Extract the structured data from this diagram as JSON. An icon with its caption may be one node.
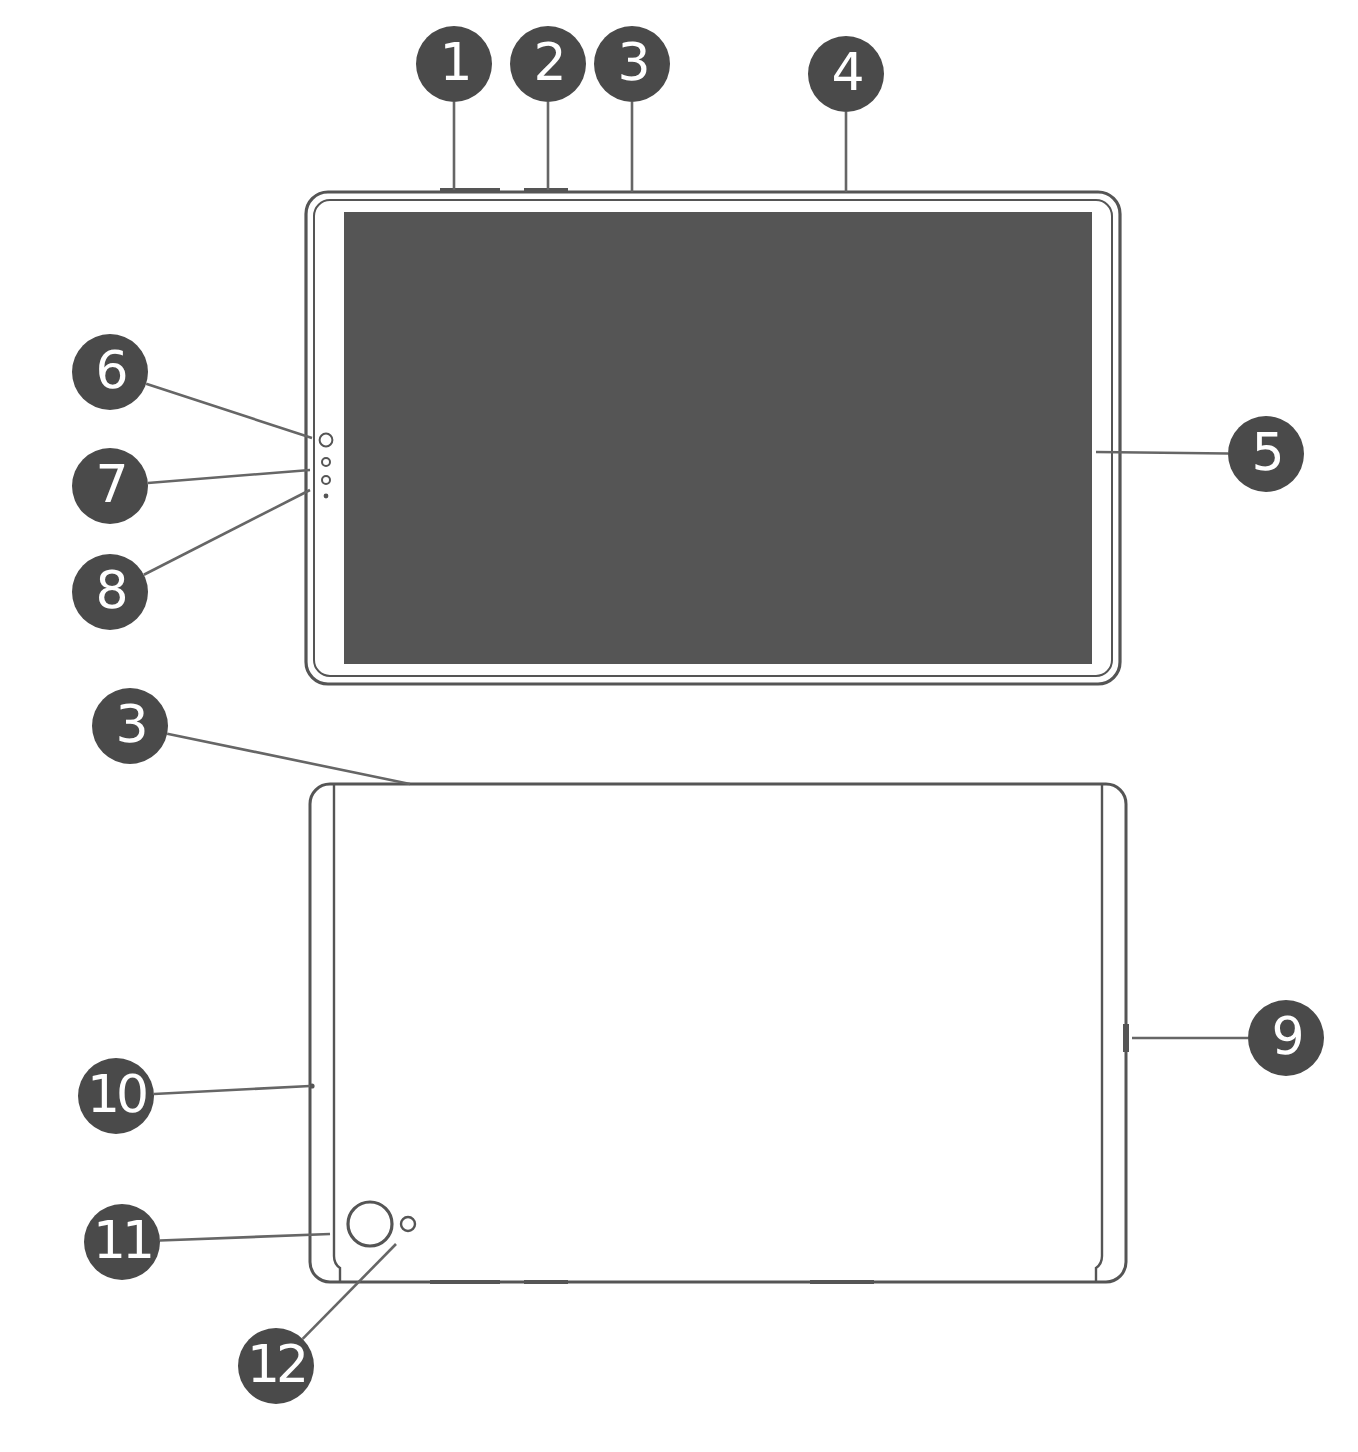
{
  "diagram": {
    "nodes": [
      {
        "text": [
          "1"
        ]
      },
      {
        "text": [
          "2"
        ]
      },
      {
        "text": [
          "3"
        ]
      },
      {
        "text": [
          "4"
        ]
      },
      {
        "text": [
          "6"
        ]
      },
      {
        "text": [
          "5"
        ]
      },
      {
        "text": [
          "7"
        ]
      },
      {
        "text": [
          "8"
        ]
      },
      {
        "text": [
          "3"
        ]
      },
      {
        "text": [
          "9"
        ]
      },
      {
        "text": [
          "10"
        ]
      },
      {
        "text": [
          "11"
        ]
      },
      {
        "text": [
          "12"
        ]
      }
    ],
    "edges": [
      {
        "from": 0,
        "to": null,
        "arrow": "none"
      },
      {
        "from": 1,
        "to": null,
        "arrow": "none"
      },
      {
        "from": 2,
        "to": null,
        "arrow": "none"
      },
      {
        "from": 3,
        "to": null,
        "arrow": "none"
      },
      {
        "from": 4,
        "to": null,
        "arrow": "none"
      },
      {
        "from": 5,
        "to": null,
        "arrow": "none"
      },
      {
        "from": 6,
        "to": null,
        "arrow": "none"
      },
      {
        "from": 7,
        "to": null,
        "arrow": "none"
      },
      {
        "from": 8,
        "to": null,
        "arrow": "none"
      },
      {
        "from": 9,
        "to": null,
        "arrow": "none"
      },
      {
        "from": 10,
        "to": null,
        "arrow": "none"
      },
      {
        "from": 11,
        "to": null,
        "arrow": "none"
      },
      {
        "from": 12,
        "to": null,
        "arrow": "none"
      }
    ]
  }
}
